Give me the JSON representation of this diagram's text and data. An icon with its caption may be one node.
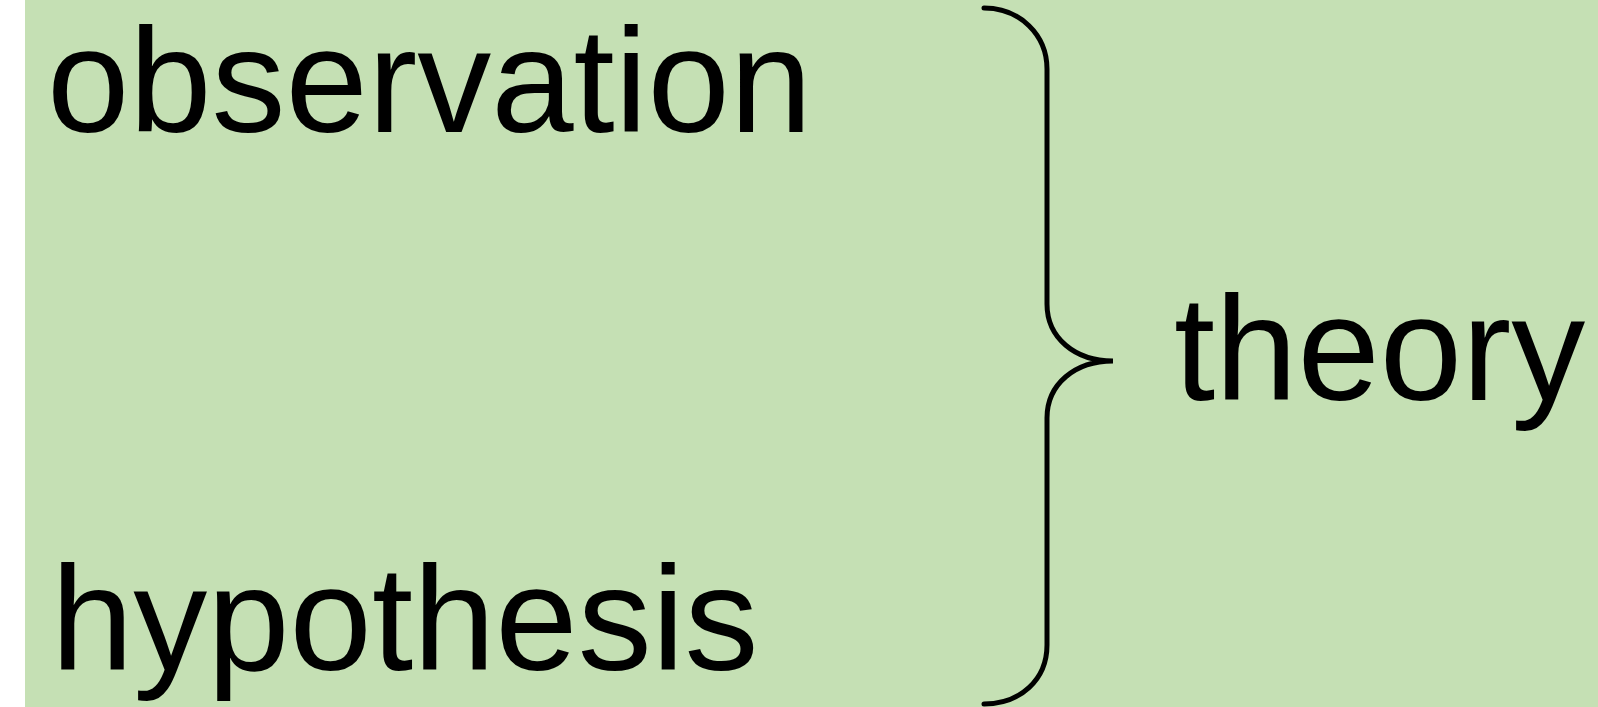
{
  "diagram": {
    "labels": [
      "observation",
      "hypothesis",
      "theory"
    ]
  }
}
